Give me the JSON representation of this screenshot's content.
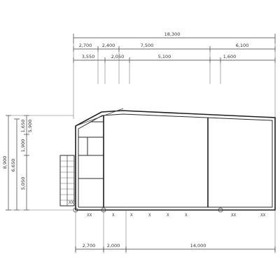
{
  "dimensions": {
    "top": {
      "overall": "18,300",
      "row1": [
        "2,700",
        "2,400",
        "7,500",
        "6,100"
      ],
      "row2": [
        "3,550",
        "2,050",
        "5,100",
        "1,600"
      ]
    },
    "bottom": [
      "2,700",
      "2,000",
      "14,000"
    ],
    "left": {
      "overall": "8,900",
      "sub": "6,650",
      "row": [
        "1,650",
        "1,900",
        "5,050"
      ],
      "small": "5,900"
    }
  },
  "labels": {
    "stair_mark_1": "XX",
    "stair_mark_2": "X"
  }
}
